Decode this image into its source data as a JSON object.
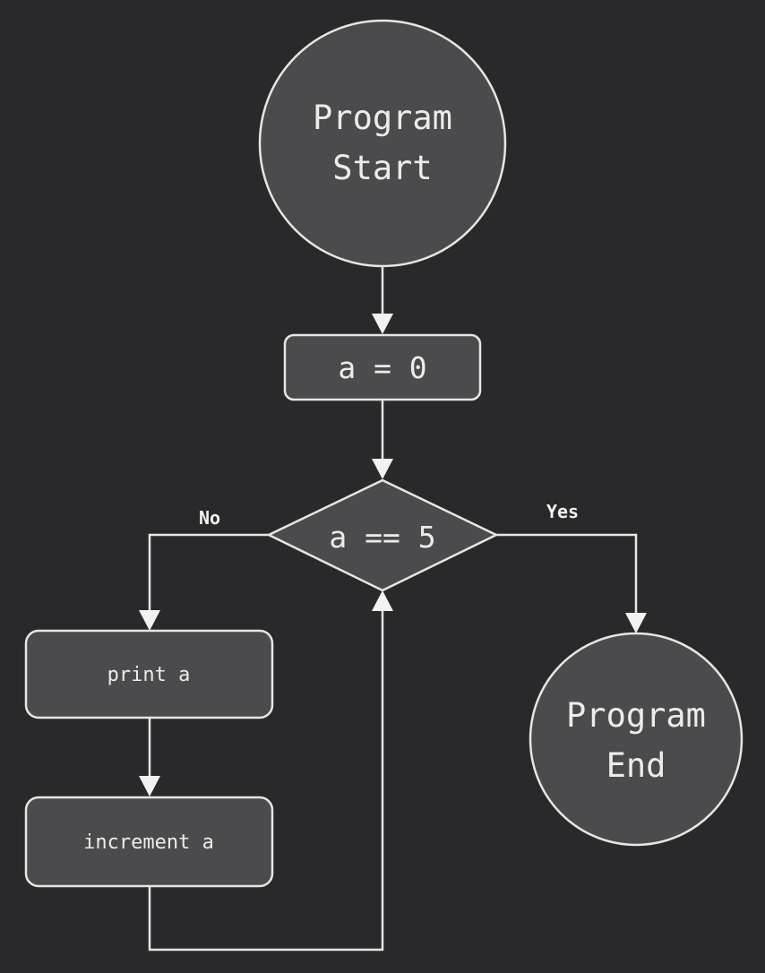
{
  "nodes": {
    "start": {
      "line1": "Program",
      "line2": "Start"
    },
    "init": {
      "label": "a = 0"
    },
    "condition": {
      "label": "a == 5"
    },
    "print": {
      "label": "print a"
    },
    "increment": {
      "label": "increment a"
    },
    "end": {
      "line1": "Program",
      "line2": "End"
    }
  },
  "edge_labels": {
    "no": "No",
    "yes": "Yes"
  }
}
